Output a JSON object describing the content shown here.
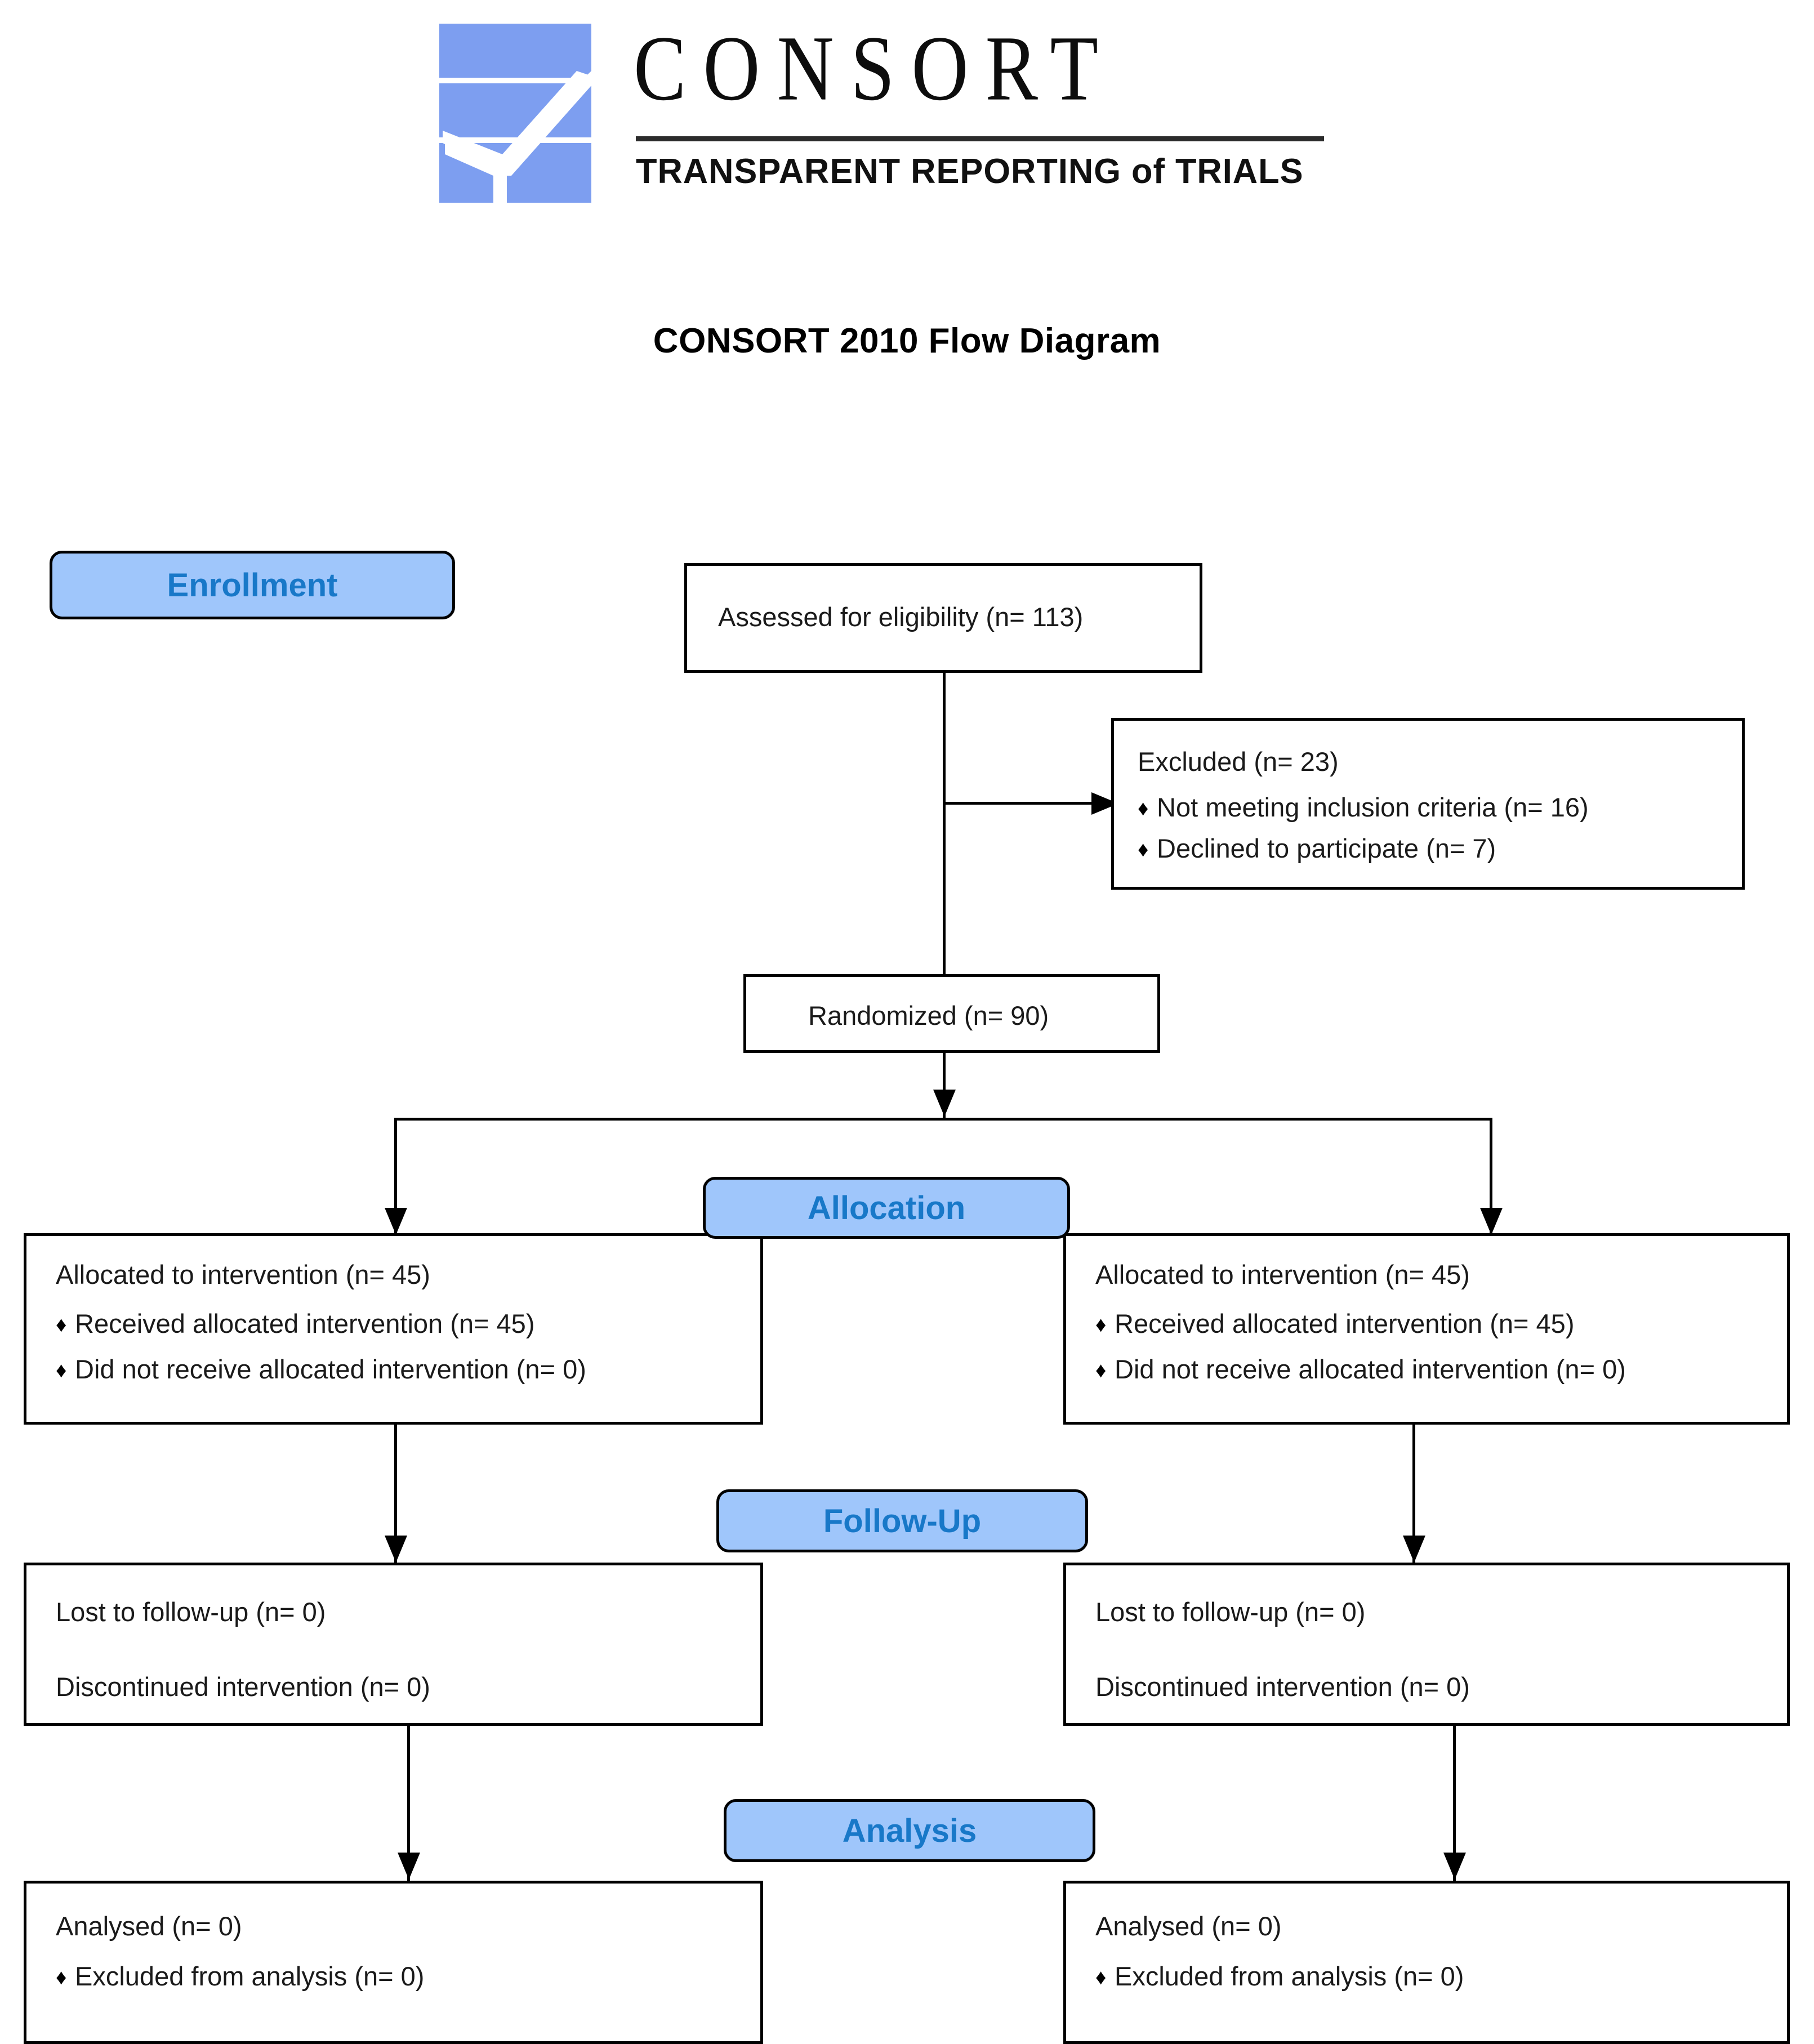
{
  "brand": {
    "name": "CONSORT",
    "tagline": "TRANSPARENT REPORTING of TRIALS",
    "logo_color": "#7D9EF0"
  },
  "title": "CONSORT 2010 Flow Diagram",
  "colors": {
    "stage_fill": "#9FC6FB",
    "stage_text": "#1878C8",
    "border": "#000000",
    "box_text": "#1a1a1a"
  },
  "stages": {
    "enrollment": "Enrollment",
    "allocation": "Allocation",
    "followup": "Follow-Up",
    "analysis": "Analysis"
  },
  "bullet_glyph": "♦",
  "nodes": {
    "assessed": {
      "line1": "Assessed for eligibility (n= 113)"
    },
    "excluded": {
      "line1": "Excluded  (n= 23)",
      "bullet1": "Not meeting inclusion criteria (n= 16)",
      "bullet2": "Declined to participate (n= 7)"
    },
    "randomized": {
      "line1": "Randomized (n= 90)"
    },
    "alloc_left": {
      "line1": "Allocated to intervention (n= 45)",
      "bullet1": "Received allocated intervention (n= 45)",
      "bullet2": "Did not receive allocated intervention (n= 0)"
    },
    "alloc_right": {
      "line1": "Allocated to intervention (n= 45)",
      "bullet1": "Received allocated intervention (n= 45)",
      "bullet2": "Did not receive allocated intervention (n= 0)"
    },
    "follow_left": {
      "line1": "Lost to follow-up (n= 0)",
      "line2": "Discontinued intervention (n= 0)"
    },
    "follow_right": {
      "line1": "Lost to follow-up (n= 0)",
      "line2": "Discontinued intervention (n= 0)"
    },
    "analysis_left": {
      "line1": "Analysed  (n= 0)",
      "bullet1": "Excluded from analysis (n= 0)"
    },
    "analysis_right": {
      "line1": "Analysed  (n= 0)",
      "bullet1": "Excluded from analysis (n= 0)"
    }
  }
}
